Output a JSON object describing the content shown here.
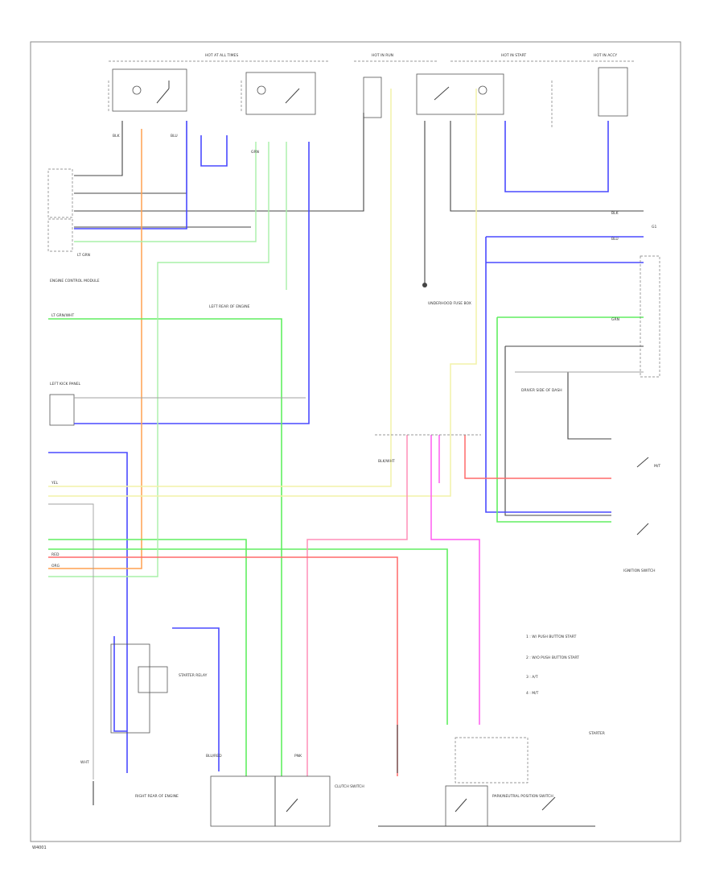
{
  "diagram": {
    "footer_code": "W4001",
    "colors": {
      "blue": "#4a4aff",
      "orange": "#ffa050",
      "green": "#60ee60",
      "light_green": "#a8f0a8",
      "yellow": "#f2f2a8",
      "pink": "#ff8fb8",
      "magenta": "#ff5cf0",
      "red": "#ff6a6a",
      "black": "#444444",
      "grey": "#a0a0a0"
    },
    "labels": {
      "hot_at_all_times": "HOT AT ALL TIMES",
      "hot_in_run": "HOT IN RUN",
      "hot_in_start": "HOT IN START",
      "hot_in_accy": "HOT IN ACCY",
      "engine_control_module": "ENGINE CONTROL MODULE",
      "left_rear_of_engine": "LEFT REAR OF ENGINE",
      "right_rear_of_engine": "RIGHT REAR OF ENGINE",
      "underhood_fuse_box": "UNDERHOOD FUSE BOX",
      "driver_side_of_dash": "DRIVER SIDE OF DASH",
      "left_kick_panel": "LEFT KICK PANEL",
      "starter_relay": "STARTER RELAY",
      "clutch_switch": "CLUTCH SWITCH",
      "park_neutral_switch": "PARK/NEUTRAL POSITION SWITCH",
      "ignition_switch": "IGNITION SWITCH",
      "starter": "STARTER",
      "note_1": "1 : W/ PUSH BUTTON START",
      "note_2": "2 : W/O PUSH BUTTON START",
      "note_3": "3 : A/T",
      "note_4": "4 : M/T",
      "gnd": "G1",
      "m_t": "M/T"
    },
    "wire_codes": {
      "blk": "BLK",
      "blu": "BLU",
      "grn": "GRN",
      "yel": "YEL",
      "red": "RED",
      "pnk": "PNK",
      "org": "ORG",
      "wht": "WHT",
      "lt_grn": "LT GRN",
      "lt_grn_wht": "LT GRN/WHT",
      "blk_wht": "BLK/WHT",
      "blu_red": "BLU/RED"
    }
  }
}
